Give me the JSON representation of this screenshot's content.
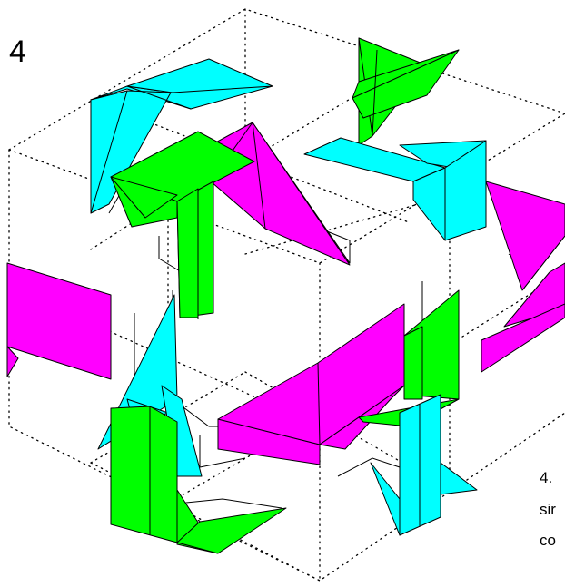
{
  "figure": {
    "number": "4",
    "caption_lines": [
      "4.",
      "sir",
      "co"
    ],
    "colors": {
      "cyan": "#00ffff",
      "green": "#00ff00",
      "magenta": "#ff00ff",
      "outline": "#000000",
      "background": "#ffffff"
    }
  }
}
